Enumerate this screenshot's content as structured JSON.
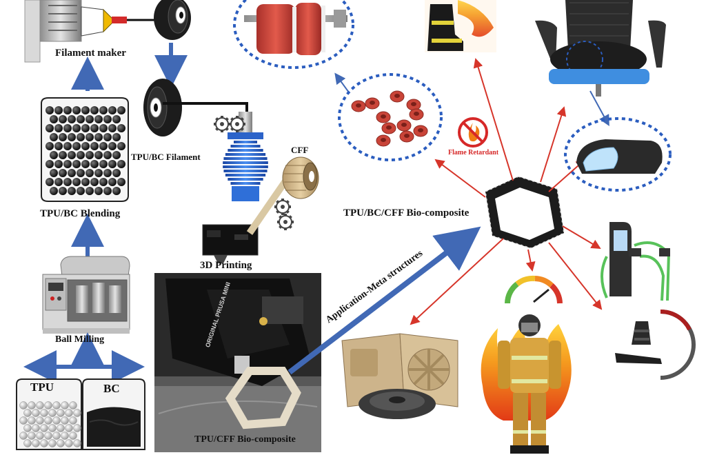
{
  "labels": {
    "filament_maker": "Filament maker",
    "tpu_bc_filament": "TPU/BC Filament",
    "tpu_bc_blending": "TPU/BC Blending",
    "ball_milling": "Ball Milling",
    "tpu": "TPU",
    "bc": "BC",
    "three_d_printing": "3D Printing",
    "cff": "CFF",
    "tpu_bc_cff_biocomposite": "TPU/BC/CFF Bio-composite",
    "tpu_cff_biocomposite": "TPU/CFF Bio-composite",
    "application_meta_structures": "Application-Meta structures",
    "flame_retardant": "Flame Retardant",
    "printer_brand": "ORIGINAL PRUSA MINI"
  },
  "icons": {
    "filament_maker": "filament-extruder-icon",
    "spool": "filament-spool-icon",
    "blending_jar": "beaker-icon",
    "ball_mill": "ball-mill-machine-icon",
    "hotend": "printer-hotend-icon",
    "gear": "gear-icon",
    "hexagon": "hexagon-part-icon",
    "dampers": "vibration-damper-icon",
    "boot": "firefighter-boot-icon",
    "chair": "office-chair-icon",
    "cushion": "seat-cushion-icon",
    "flame_retardant": "no-fire-icon",
    "charger": "ev-charger-icon",
    "bellow": "rubber-bellow-icon",
    "firefighter": "firefighter-icon",
    "gauge": "gauge-icon",
    "packaging": "packaging-tray-icon"
  },
  "colors": {
    "process_arrow": "#4169b5",
    "application_arrow": "#d6352a",
    "dashed_circle": "#2b5dbf",
    "spool_black": "#161616",
    "hotend_blue": "#2f6fd8",
    "fire_orange": "#f28a1d"
  }
}
